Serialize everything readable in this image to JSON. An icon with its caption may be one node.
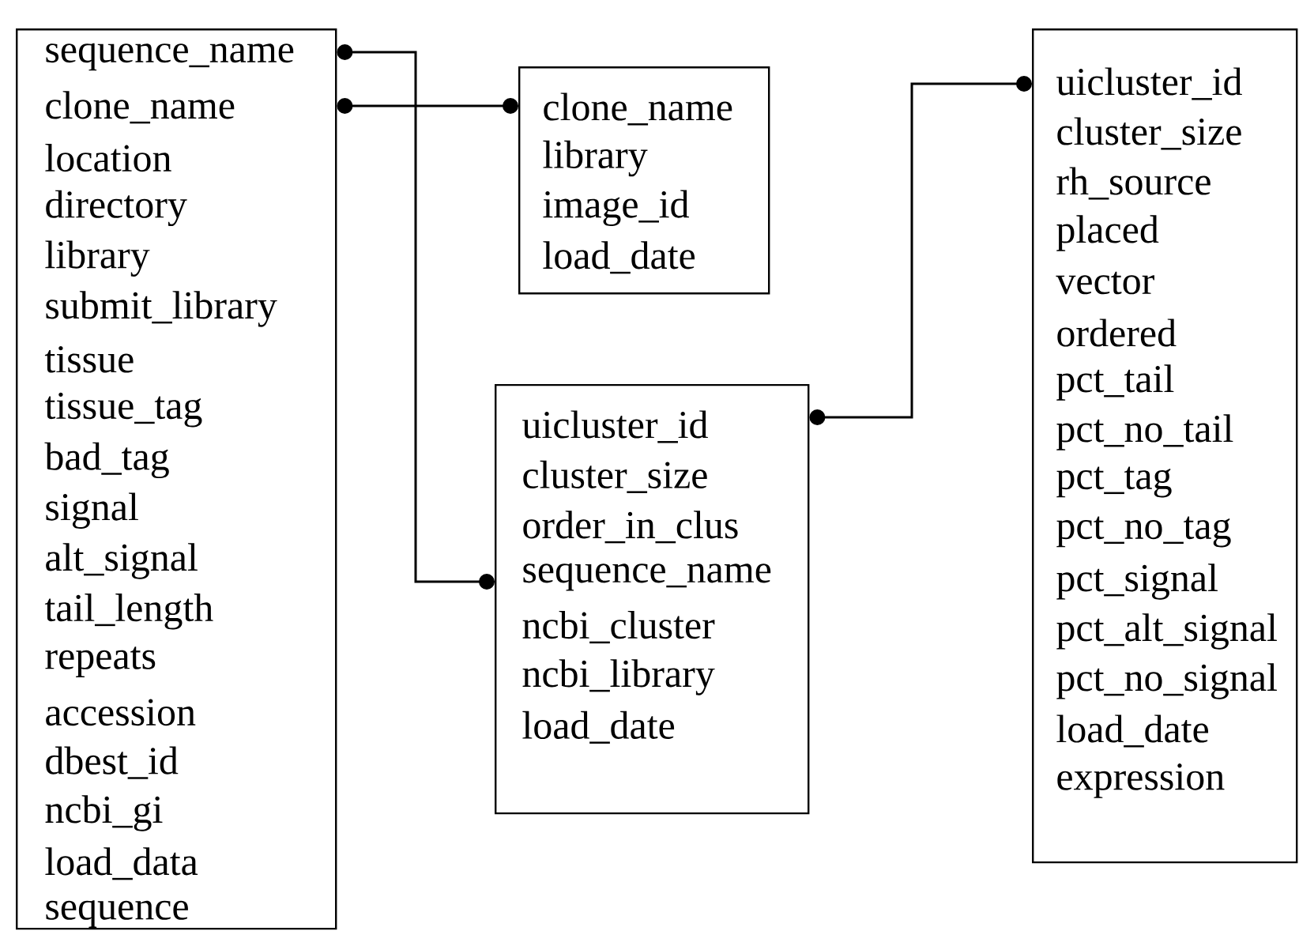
{
  "diagram": {
    "nodes": [
      {
        "text": [
          "sequence_name",
          "clone_name",
          "location",
          "directory",
          "library",
          "submit_library",
          "tissue",
          "tissue_tag",
          "bad_tag",
          "signal",
          "alt_signal",
          "tail_length",
          "repeats",
          "accession",
          "dbest_id",
          "ncbi_gi",
          "load_data",
          "sequence"
        ]
      },
      {
        "text": [
          "clone_name",
          "library",
          "image_id",
          "load_date"
        ]
      },
      {
        "text": [
          "uicluster_id",
          "cluster_size",
          "order_in_clus",
          "sequence_name",
          "ncbi_cluster",
          "ncbi_library",
          "load_date"
        ]
      },
      {
        "text": [
          "uicluster_id",
          "cluster_size",
          "rh_source",
          "placed",
          "vector",
          "ordered",
          "pct_tail",
          "pct_no_tail",
          "pct_tag",
          "pct_no_tag",
          "pct_signal",
          "pct_alt_signal",
          "pct_no_signal",
          "load_date",
          "expression"
        ]
      }
    ],
    "edges": [
      {
        "from": 0,
        "to": 2,
        "arrow": "other"
      },
      {
        "from": 0,
        "to": 1,
        "arrow": "other"
      },
      {
        "from": 2,
        "to": 3,
        "arrow": "other"
      }
    ]
  }
}
